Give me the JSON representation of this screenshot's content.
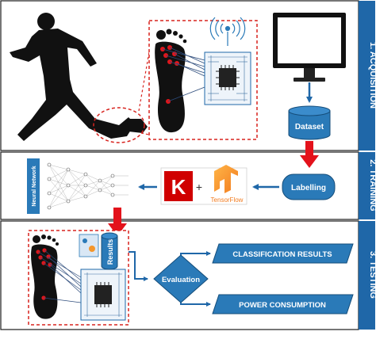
{
  "sections": {
    "acquisition": "1. ACQUISITION",
    "training": "2. TRAINING",
    "testing": "3. TESTING"
  },
  "nodes": {
    "dataset": "Dataset",
    "labelling": "Labelling",
    "neural_network": "Neural Network",
    "keras_letter": "K",
    "plus": "+",
    "tensorflow": "TensorFlow",
    "results": "Results",
    "evaluation": "Evaluation",
    "classification_results": "CLASSIFICATION RESULTS",
    "power_consumption": "POWER CONSUMPTION"
  },
  "caption": "",
  "colors": {
    "band_blue": "#1f67a8",
    "node_blue": "#2a7ab8",
    "node_border": "#154d7a",
    "arrow_red": "#e3121b",
    "dashed_red": "#d8241f",
    "keras_red": "#d00000",
    "tensorflow_orange": "#f5962b",
    "foot_black": "#111111",
    "sensor_red": "#e0161c"
  },
  "icons": [
    "running-man-icon",
    "foot-sensor-icon",
    "wifi-icon",
    "microchip-icon",
    "monitor-icon",
    "database-icon",
    "neural-net-icon",
    "keras-logo-icon",
    "tensorflow-logo-icon"
  ]
}
